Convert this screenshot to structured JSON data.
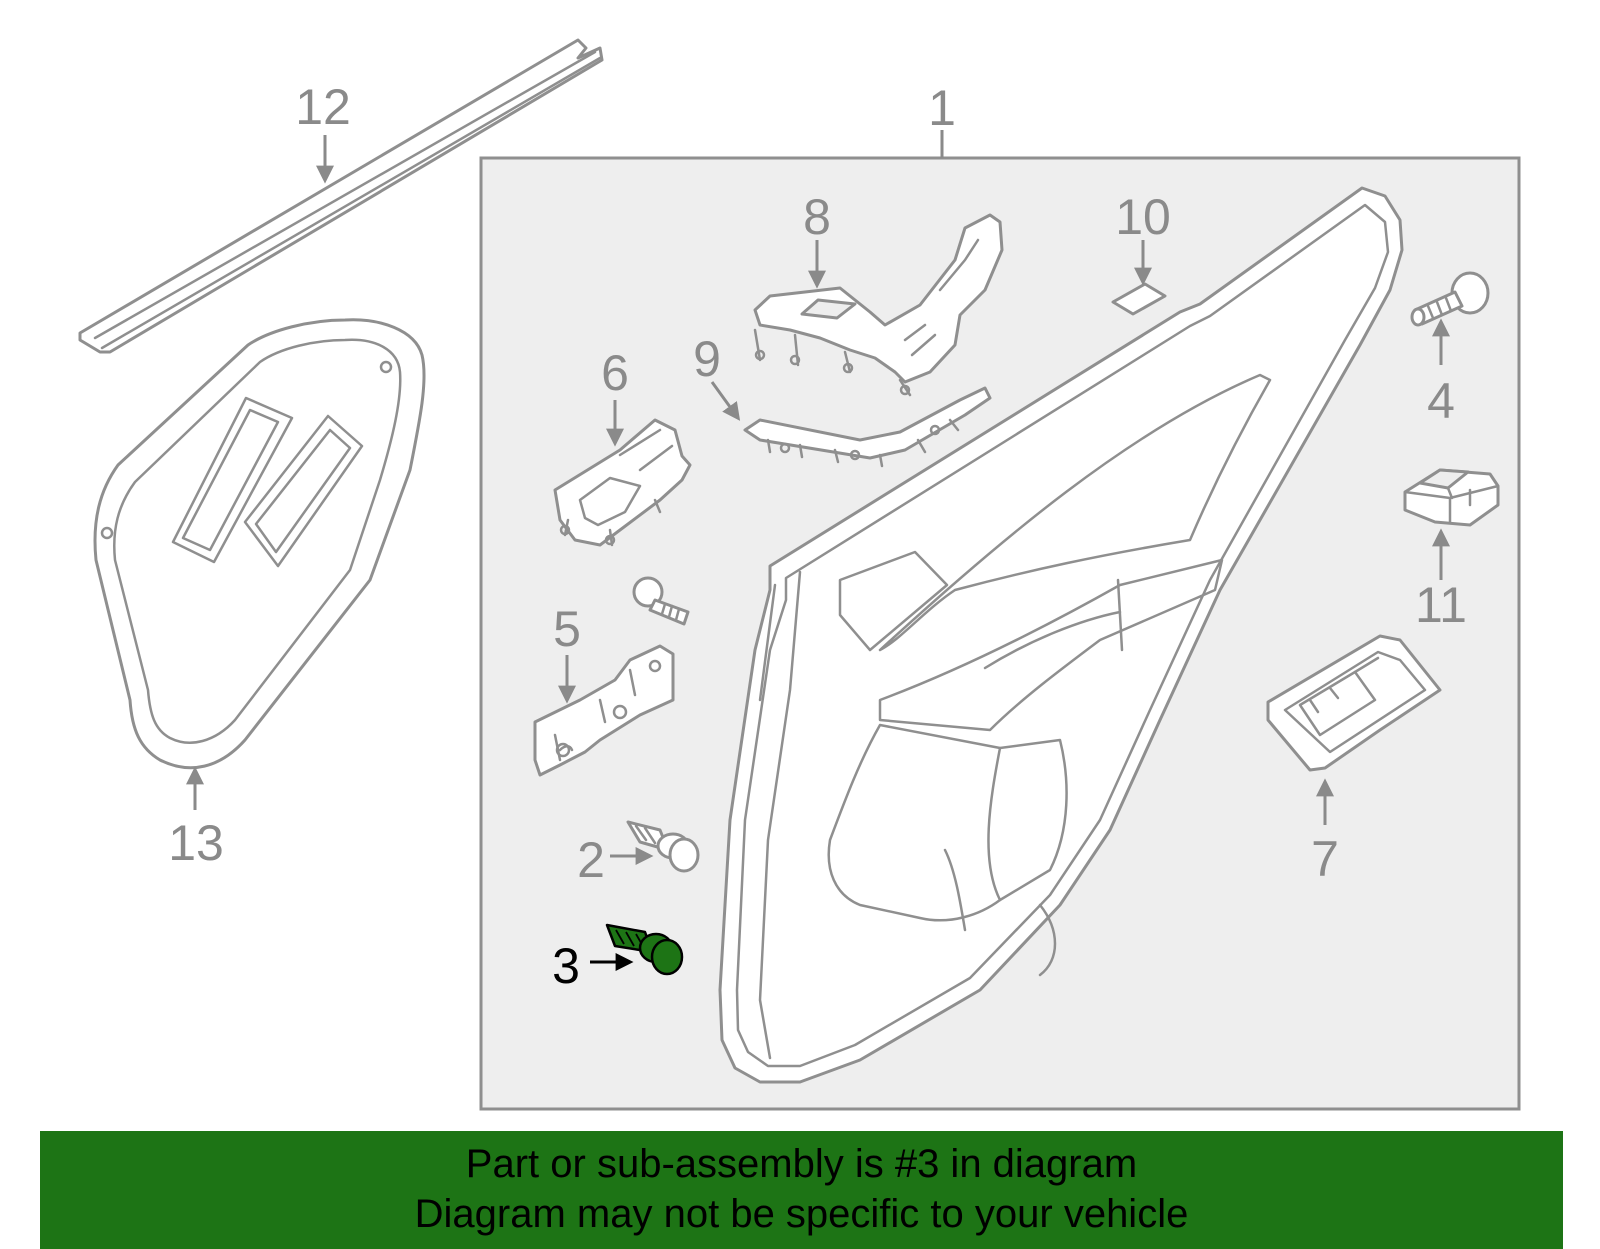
{
  "callouts": {
    "c1": "1",
    "c2": "2",
    "c3": "3",
    "c4": "4",
    "c5": "5",
    "c6": "6",
    "c7": "7",
    "c8": "8",
    "c9": "9",
    "c10": "10",
    "c11": "11",
    "c12": "12",
    "c13": "13"
  },
  "highlighted_part": "3",
  "colors": {
    "highlight": "#1d7415",
    "line": "#8f8f8f",
    "panel_fill": "#eeeeee"
  },
  "banner": {
    "line1": "Part or sub-assembly is #3 in diagram",
    "line2": "Diagram may not be specific to your vehicle"
  }
}
